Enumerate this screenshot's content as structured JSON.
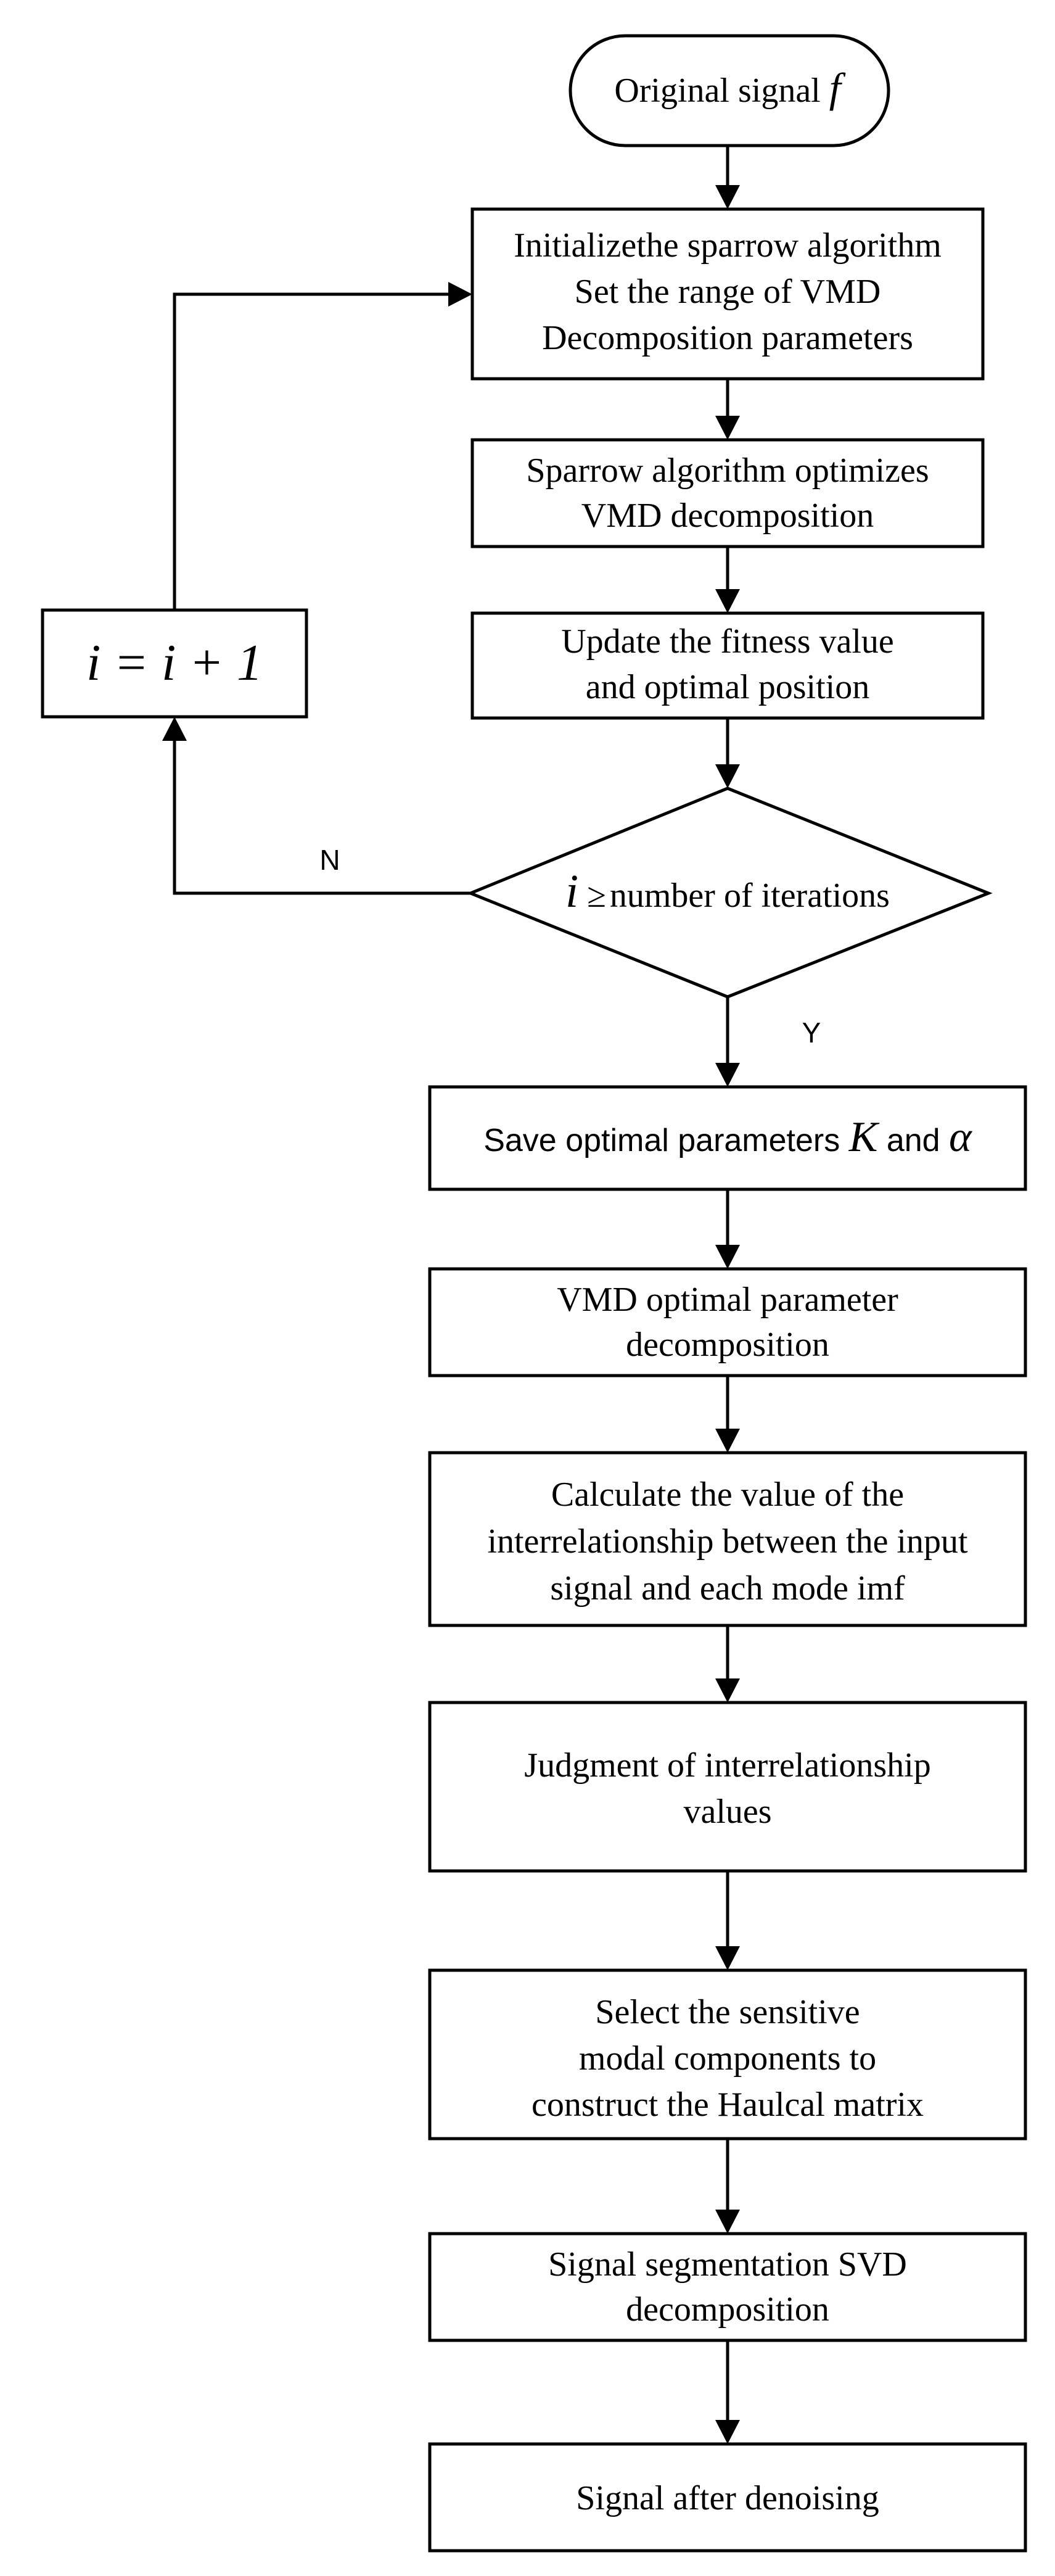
{
  "start": {
    "text": "Original signal ",
    "symbol": "f"
  },
  "init": {
    "lines": [
      "Initializethe sparrow algorithm",
      "Set the range of VMD",
      "Decomposition parameters"
    ]
  },
  "optimize": {
    "lines": [
      "Sparrow algorithm optimizes",
      "VMD decomposition"
    ]
  },
  "update": {
    "lines": [
      "Update the fitness value",
      "and optimal position"
    ]
  },
  "increment": {
    "formula": "i = i + 1"
  },
  "decision": {
    "symbol": "i",
    "operator": "≥",
    "text": "number of iterations"
  },
  "labels": {
    "no": "N",
    "yes": "Y"
  },
  "save": {
    "text": "Save optimal parameters ",
    "k": "K",
    "and": " and ",
    "alpha": "α"
  },
  "vmd": {
    "lines": [
      "VMD optimal parameter",
      "decomposition"
    ]
  },
  "calc": {
    "lines": [
      "Calculate the value of the",
      "interrelationship between the input",
      "signal and each mode imf"
    ]
  },
  "judge": {
    "lines": [
      "Judgment of interrelationship",
      "values"
    ]
  },
  "select": {
    "lines": [
      "Select the sensitive",
      "modal components to",
      "construct the Haulcal matrix"
    ]
  },
  "svd": {
    "lines": [
      "Signal segmentation SVD",
      "decomposition"
    ]
  },
  "end": {
    "text": "Signal after denoising"
  }
}
